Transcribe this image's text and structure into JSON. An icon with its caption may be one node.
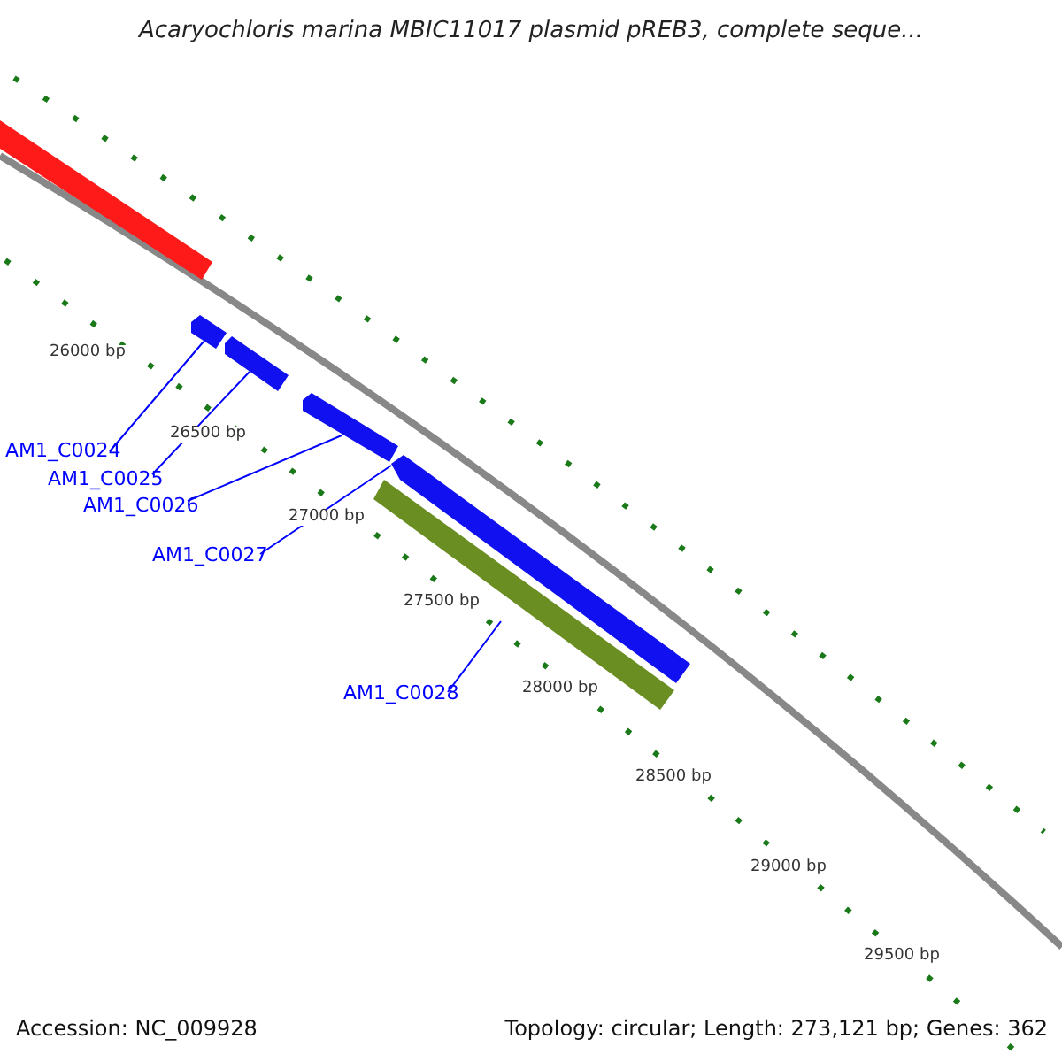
{
  "diagram": {
    "title": "Acaryochloris marina MBIC11017 plasmid pREB3, complete seque...",
    "nodes": [
      {
        "text": [],
        "shape": "bar"
      },
      {
        "text": [],
        "shape": "bar"
      },
      {
        "text": [],
        "shape": "bar"
      },
      {
        "text": [],
        "shape": "bar"
      },
      {
        "text": [],
        "shape": "bar"
      },
      {
        "text": [],
        "shape": "bar"
      },
      {
        "text": [
          "AM1_C0024"
        ]
      },
      {
        "text": [
          "AM1_C0025"
        ]
      },
      {
        "text": [
          "AM1_C0026"
        ]
      },
      {
        "text": [
          "AM1_C0027"
        ]
      },
      {
        "text": [
          "AM1_C0028"
        ]
      }
    ],
    "edges": [
      {
        "from": 6,
        "to": 1,
        "arrow": "none"
      },
      {
        "from": 7,
        "to": 2,
        "arrow": "none"
      },
      {
        "from": 8,
        "to": 3,
        "arrow": "none"
      },
      {
        "from": 9,
        "to": 4,
        "arrow": "none"
      },
      {
        "from": 10,
        "to": 5,
        "arrow": "none"
      }
    ],
    "labels": [
      "26000 bp",
      "26500 bp",
      "27000 bp",
      "27500 bp",
      "28000 bp",
      "28500 bp",
      "29000 bp",
      "29500 bp",
      "Accession: NC_009928",
      "Topology: circular; Length: 273,121 bp; Genes: 362"
    ]
  }
}
